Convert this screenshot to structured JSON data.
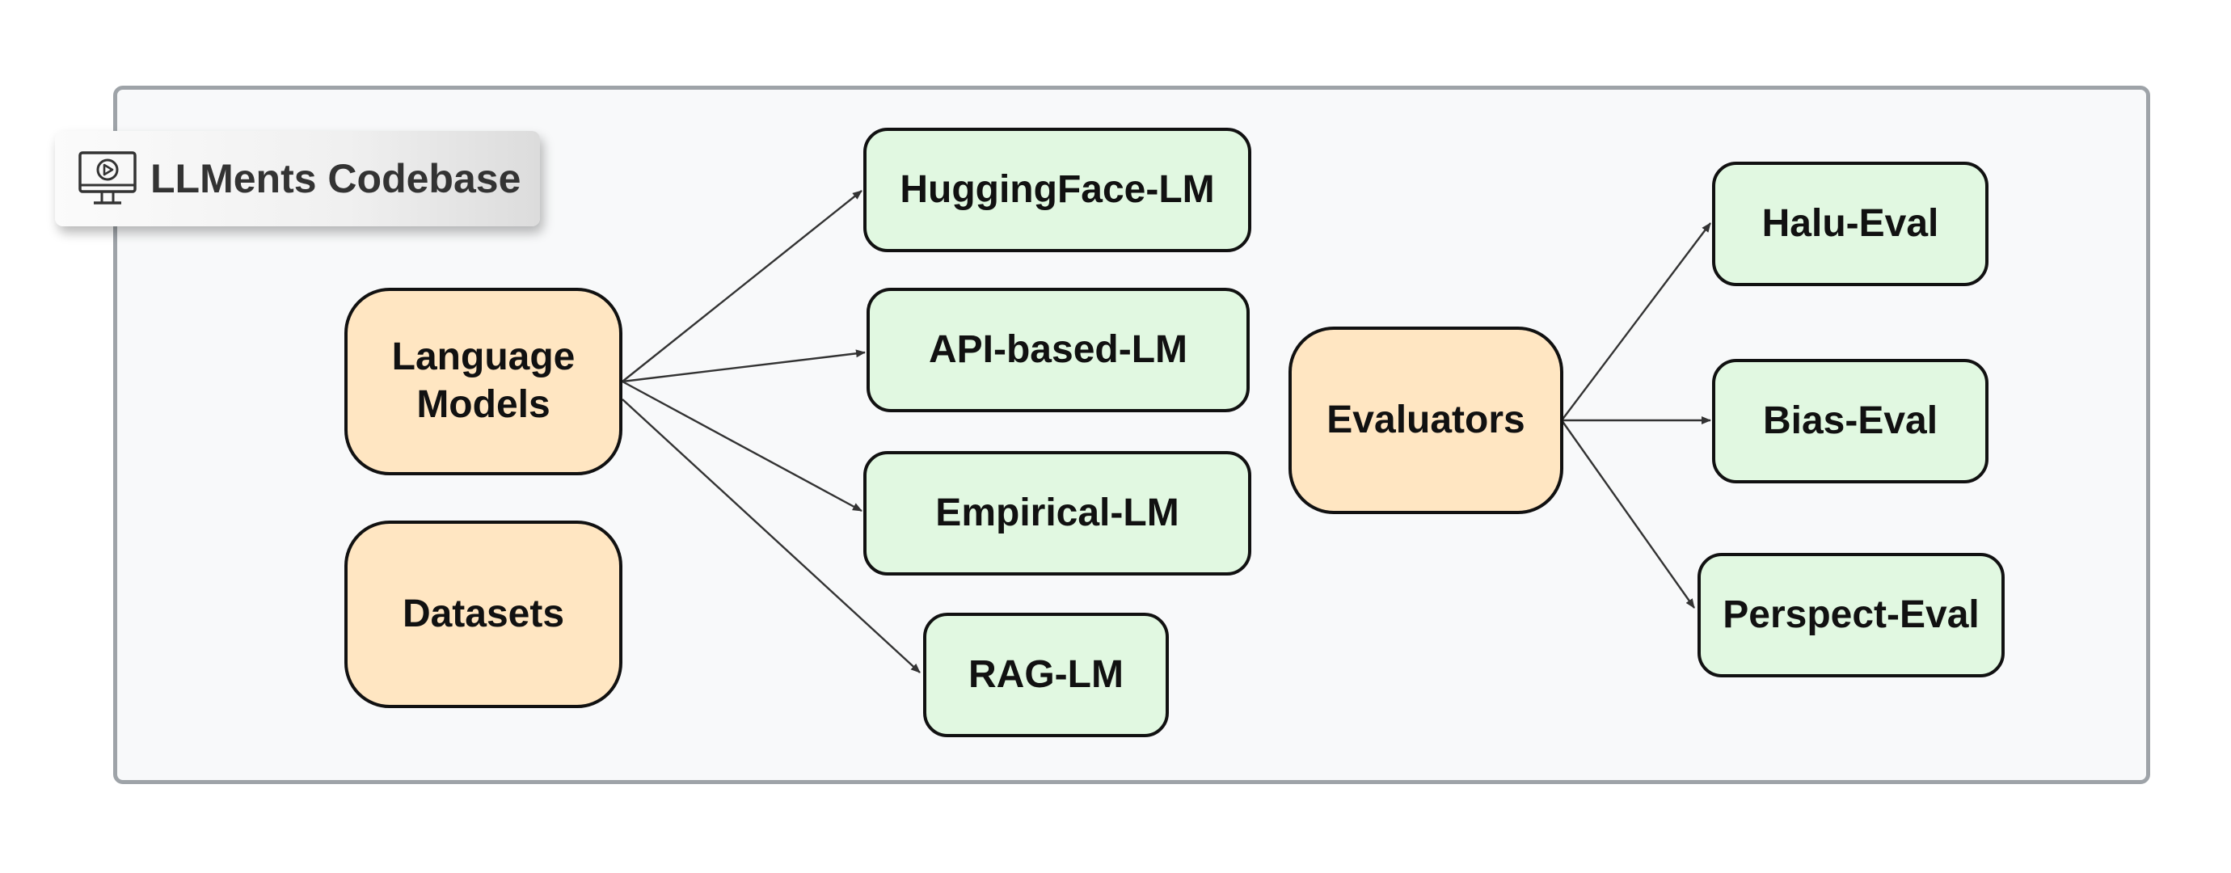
{
  "container": {
    "title": "LLMents Codebase",
    "title_icon": "monitor-play-icon"
  },
  "colors": {
    "category_fill": "#ffe6c2",
    "component_fill": "#e1f8e1",
    "border": "#111111",
    "container_fill": "#f8f9fa",
    "container_border": "#9ea3a8",
    "arrow": "#333333"
  },
  "categories": {
    "language_models": "Language\nModels",
    "datasets": "Datasets",
    "evaluators": "Evaluators"
  },
  "language_models": {
    "huggingface": "HuggingFace-LM",
    "api_based": "API-based-LM",
    "empirical": "Empirical-LM",
    "rag": "RAG-LM"
  },
  "evaluators": {
    "halu": "Halu-Eval",
    "bias": "Bias-Eval",
    "perspect": "Perspect-Eval"
  },
  "edges": [
    {
      "from": "language_models",
      "to": "huggingface"
    },
    {
      "from": "language_models",
      "to": "api_based"
    },
    {
      "from": "language_models",
      "to": "empirical"
    },
    {
      "from": "language_models",
      "to": "rag"
    },
    {
      "from": "evaluators",
      "to": "halu"
    },
    {
      "from": "evaluators",
      "to": "bias"
    },
    {
      "from": "evaluators",
      "to": "perspect"
    }
  ]
}
